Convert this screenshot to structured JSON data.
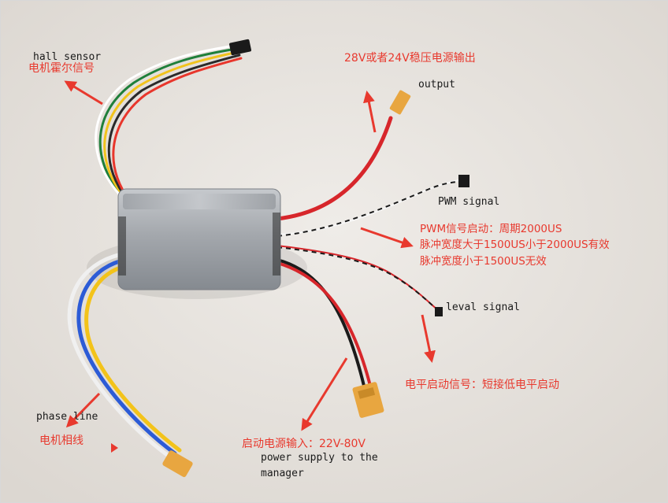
{
  "labels": {
    "hall_en": "hall sensor",
    "hall_zh": "电机霍尔信号",
    "out_zh": "28V或者24V稳压电源输出",
    "out_en": "output",
    "pwm_en": "PWM signal",
    "pwm_zh_1": "PWM信号启动：周期2000US",
    "pwm_zh_2": "脉冲宽度大于1500US小于2000US有效",
    "pwm_zh_3": "脉冲宽度小于1500US无效",
    "level_en": "leval signal",
    "level_zh": "电平启动信号：短接低电平启动",
    "phase_en": "phase line",
    "phase_zh": "电机相线",
    "power_zh": "启动电源输入：22V-80V",
    "power_en_1": "power supply to the",
    "power_en_2": "manager"
  },
  "colors": {
    "background": "#eae6e2",
    "annotation": "#e8392e",
    "casing": "#a9adb2",
    "red_wire": "#d7262b",
    "black_wire": "#1b1b1b",
    "connector": "#e8a640"
  }
}
